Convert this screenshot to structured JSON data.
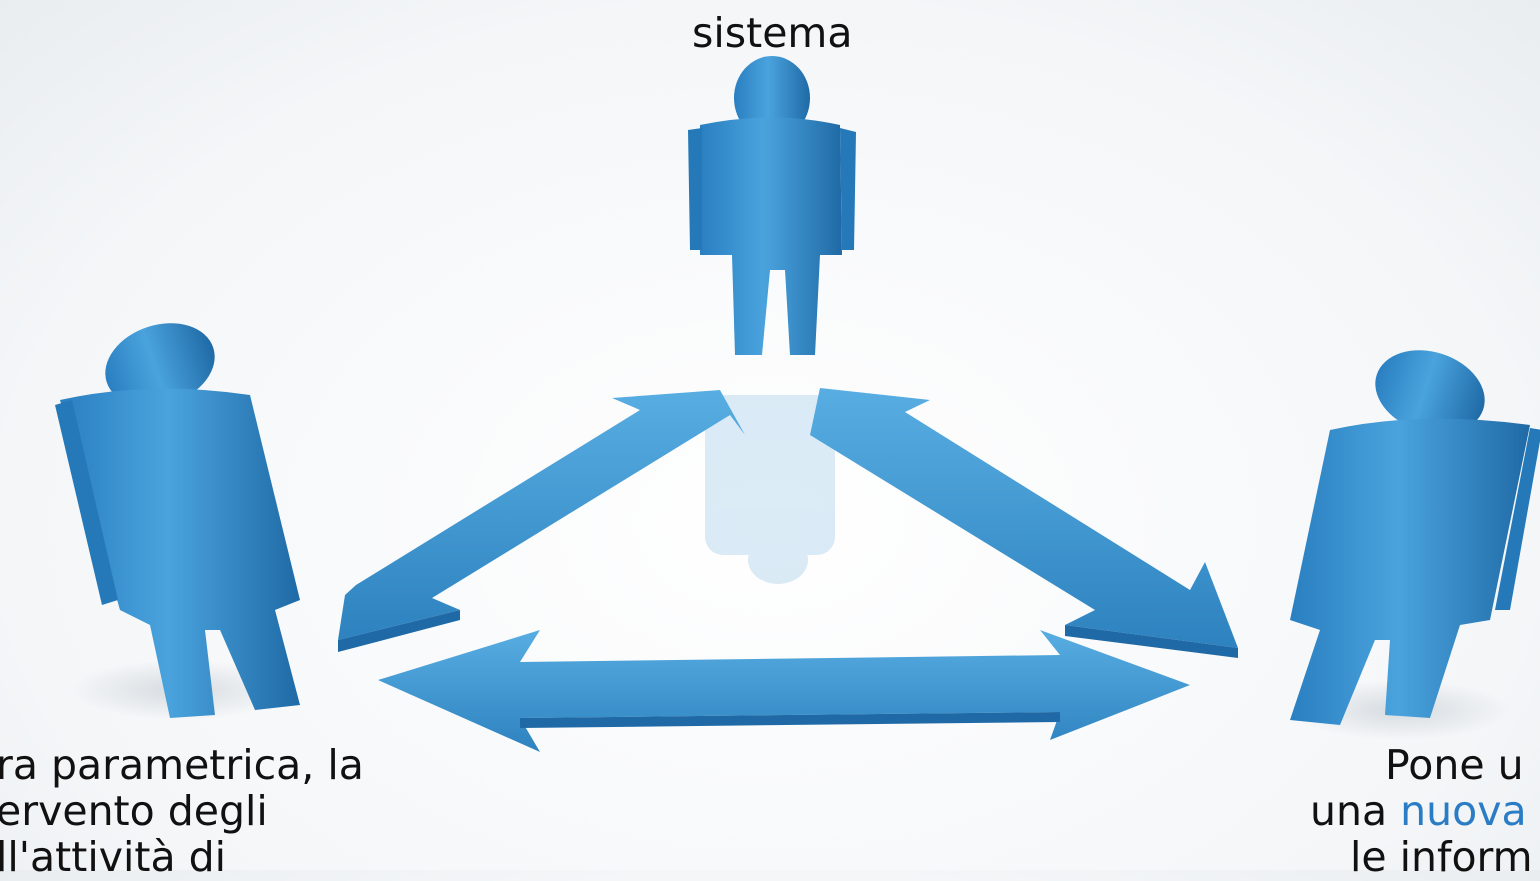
{
  "colors": {
    "figure_blue": "#3d95d2",
    "figure_dark": "#1f6aa6",
    "arrow_blue": "#3b93cf",
    "accent_text": "#2a7dc4"
  },
  "figures": [
    {
      "name": "person-top",
      "icon": "person-icon"
    },
    {
      "name": "person-left",
      "icon": "person-icon"
    },
    {
      "name": "person-right",
      "icon": "person-icon"
    }
  ],
  "arrows": [
    {
      "name": "arrow-top-left",
      "icon": "double-arrow-icon"
    },
    {
      "name": "arrow-top-right",
      "icon": "double-arrow-icon"
    },
    {
      "name": "arrow-bottom",
      "icon": "double-arrow-icon"
    }
  ],
  "captions": {
    "top": "sistema",
    "left": {
      "line1": "ra parametrica, la",
      "line2": "ervento degli",
      "line3": "ll'attività di"
    },
    "right": {
      "line1": "Pone u",
      "line2_prefix": "una ",
      "line2_accent": "nuova",
      "line3": "le inform"
    }
  }
}
